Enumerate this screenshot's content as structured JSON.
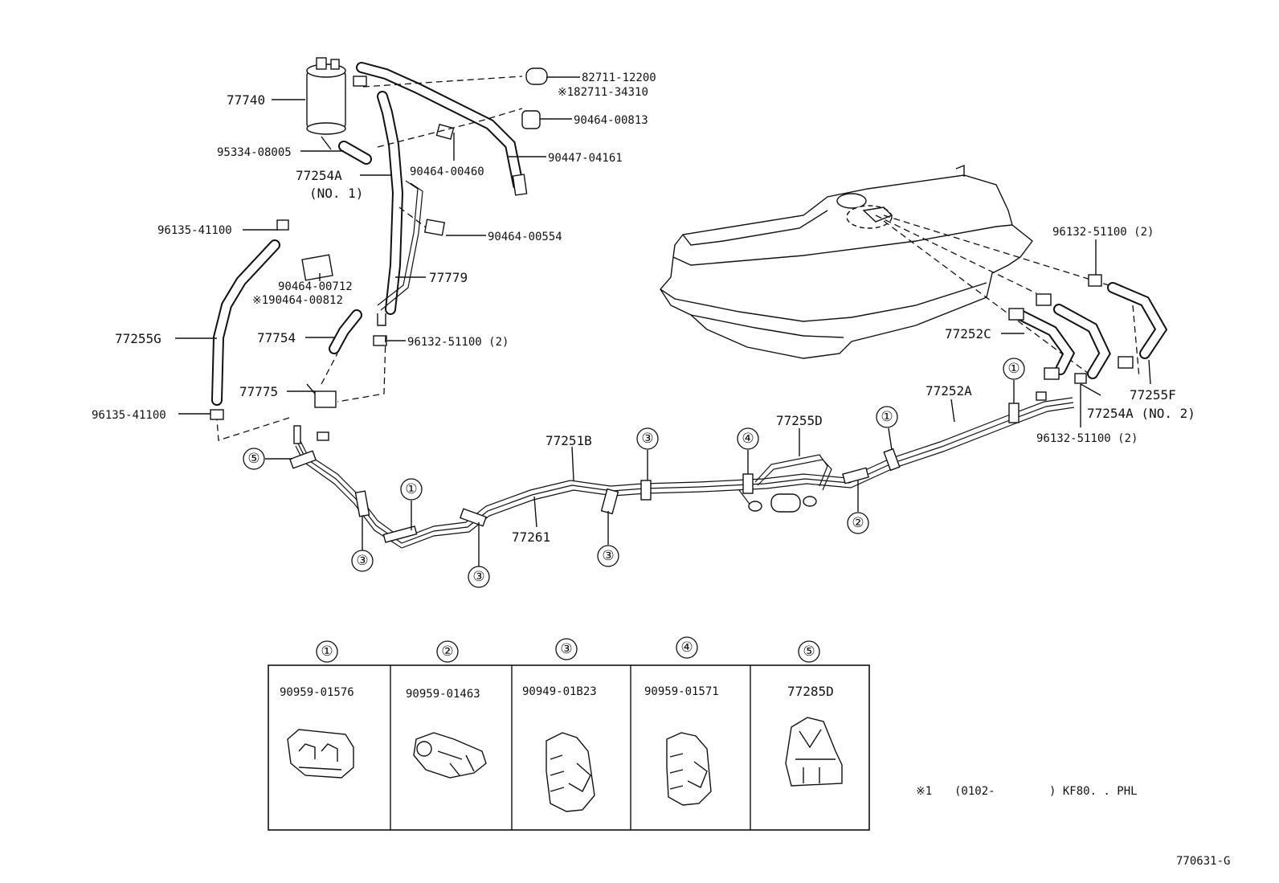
{
  "diagram_id": "770631-G",
  "footnote": {
    "mark": "※1",
    "text": "(0102-        ) KF80. . PHL"
  },
  "callouts": {
    "p82711_12200": "82711-12200",
    "p82711_34310": "※182711-34310",
    "p77740": "77740",
    "p90464_00813": "90464-00813",
    "p95334_08005": "95334-08005",
    "p90447_04161": "90447-04161",
    "p90464_00460": "90464-00460",
    "p77254A": "77254A",
    "p77254A_no1": "(NO. 1)",
    "p90464_00554": "90464-00554",
    "p96135_41100_top": "96135-41100",
    "p90464_00712": "90464-00712",
    "p90464_00812": "※190464-00812",
    "p77779": "77779",
    "p77255G": "77255G",
    "p77754": "77754",
    "p96132_51100_left": "96132-51100 (2)",
    "p77775": "77775",
    "p96135_41100_bottom": "96135-41100",
    "p96132_51100_right_top": "96132-51100 (2)",
    "p77252C": "77252C",
    "p77252A": "77252A",
    "p77255F": "77255F",
    "p77254A_no2": "77254A (NO. 2)",
    "p96132_51100_right_bottom": "96132-51100 (2)",
    "p77255D": "77255D",
    "p77251B": "77251B",
    "p77261": "77261"
  },
  "markers": [
    "①",
    "②",
    "③",
    "④",
    "⑤"
  ],
  "clamp_table": [
    {
      "marker": "①",
      "part": "90959-01576"
    },
    {
      "marker": "②",
      "part": "90959-01463"
    },
    {
      "marker": "③",
      "part": "90949-01B23"
    },
    {
      "marker": "④",
      "part": "90959-01571"
    },
    {
      "marker": "⑤",
      "part": "77285D"
    }
  ]
}
